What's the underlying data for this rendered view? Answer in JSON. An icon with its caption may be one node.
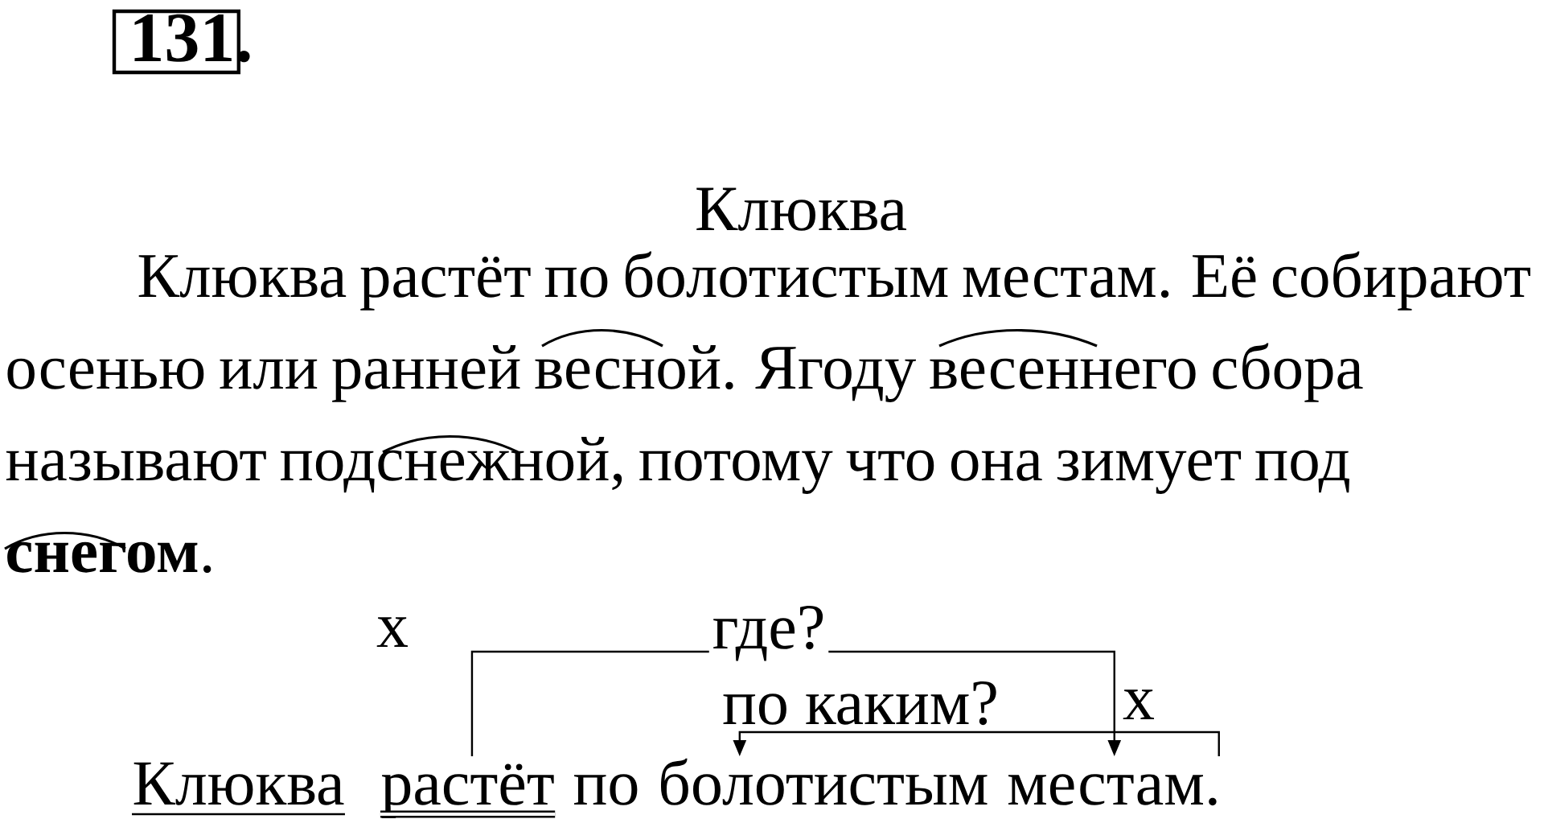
{
  "diagram": {
    "title": "Клюква",
    "nodes": [
      {
        "text": [
          "Клюква"
        ]
      },
      {
        "text": [
          "растёт"
        ]
      },
      {
        "text": [
          "по"
        ]
      },
      {
        "text": [
          "болотистым"
        ]
      },
      {
        "text": [
          "местам."
        ]
      }
    ],
    "edges": [
      {
        "from": 1,
        "to": 4,
        "arrow": "to",
        "label": "где?"
      },
      {
        "from": 4,
        "to": 3,
        "arrow": "to",
        "label": "по каким?"
      }
    ],
    "labels": [
      "131.",
      "Клюква растёт по болотистым местам. Её собирают осенью или ранней весной. Ягоду весеннего сбора называют подснежной, потому что она зимует под **снегом**.",
      "x",
      "x"
    ]
  }
}
